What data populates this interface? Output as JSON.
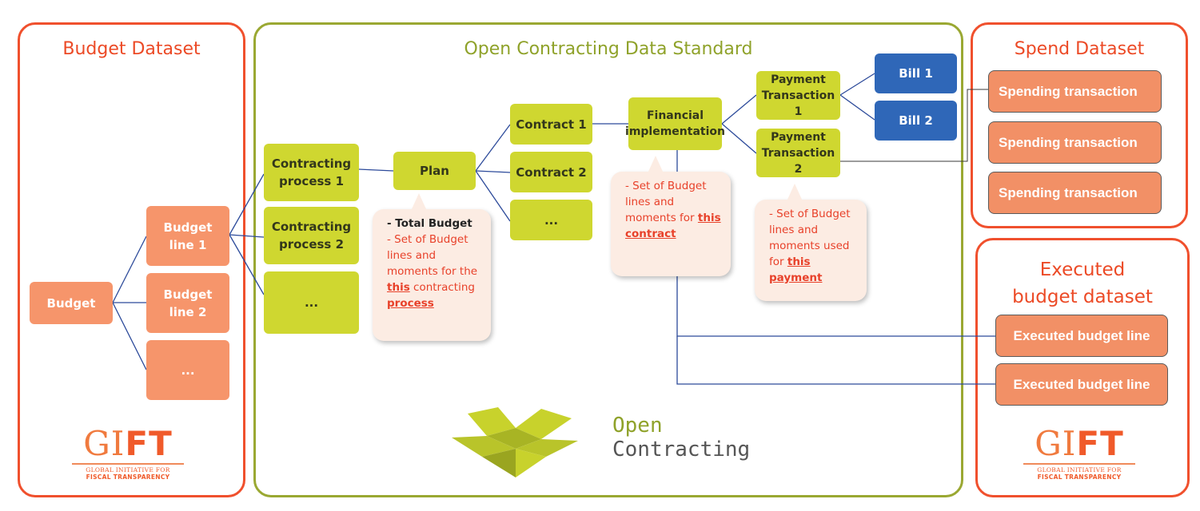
{
  "panels": {
    "budget": "Budget Dataset",
    "ocds": "Open Contracting Data Standard",
    "spend": "Spend Dataset",
    "executed": "Executed budget dataset"
  },
  "budget": {
    "root": "Budget",
    "line1": "Budget line 1",
    "line2": "Budget line 2",
    "more": "..."
  },
  "ocds": {
    "cp1": "Contracting process 1",
    "cp2": "Contracting process 2",
    "cp_more": "...",
    "plan": "Plan",
    "contract1": "Contract 1",
    "contract2": "Contract 2",
    "contract_more": "...",
    "financial": "Financial implementation",
    "payment1": "Payment Transaction 1",
    "payment2": "Payment Transaction 2",
    "bill1": "Bill 1",
    "bill2": "Bill 2"
  },
  "bubbles": {
    "plan": {
      "line1": "- Total Budget",
      "line2": "- Set of Budget lines and moments for the ",
      "this": "this",
      "line3": " contracting ",
      "process": "process"
    },
    "contract": {
      "text": "- Set of Budget lines and moments for ",
      "link": "this contract"
    },
    "payment": {
      "text": "- Set of Budget lines and moments used for ",
      "link": "this payment"
    }
  },
  "spend": {
    "items": [
      "Spending transaction",
      "Spending transaction",
      "Spending transaction"
    ]
  },
  "executed": {
    "items": [
      "Executed budget line",
      "Executed budget line"
    ]
  },
  "logos": {
    "gift_big_light": "GI",
    "gift_big_bold": "FT",
    "gift_small_1": "GLOBAL INITIATIVE FOR",
    "gift_small_2": "FISCAL TRANSPARENCY",
    "oc_line1": "Open",
    "oc_line2": "Contracting"
  },
  "colors": {
    "red_border": "#f0502d",
    "green_border": "#9aa832",
    "orange_box": "#f6956b",
    "lime_box": "#cfd730",
    "blue_box": "#2f67b8",
    "bubble": "#fcece3",
    "connector": "#2c4a9a"
  }
}
